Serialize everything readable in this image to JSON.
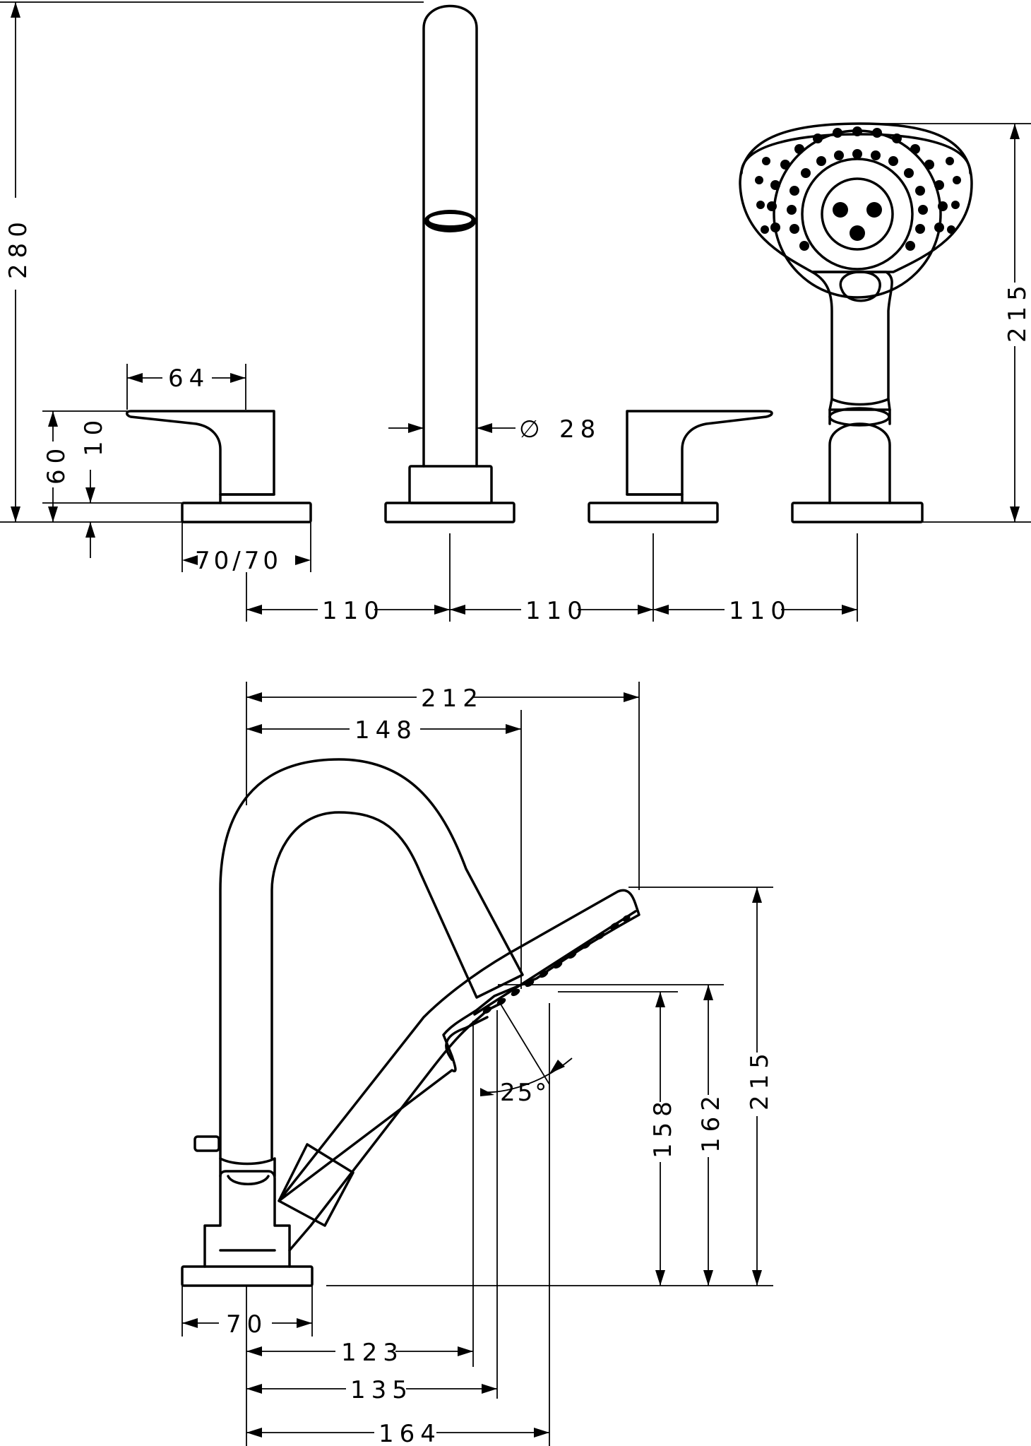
{
  "top_view": {
    "overall_height": "280",
    "handle_width": "64",
    "handle_height": "60",
    "handle_offset": "10",
    "spout_diameter_symbol": "∅",
    "spout_diameter": "28",
    "shower_height": "215",
    "base_size": "70/70",
    "spacing": [
      "110",
      "110",
      "110"
    ]
  },
  "side_view": {
    "spout_reach_overall": "212",
    "spout_reach": "148",
    "shower_height": "215",
    "outlet_height_1": "162",
    "outlet_height_2": "158",
    "angle": "25°",
    "base_width": "70",
    "reach_123": "123",
    "reach_135": "135",
    "reach_164": "164"
  }
}
